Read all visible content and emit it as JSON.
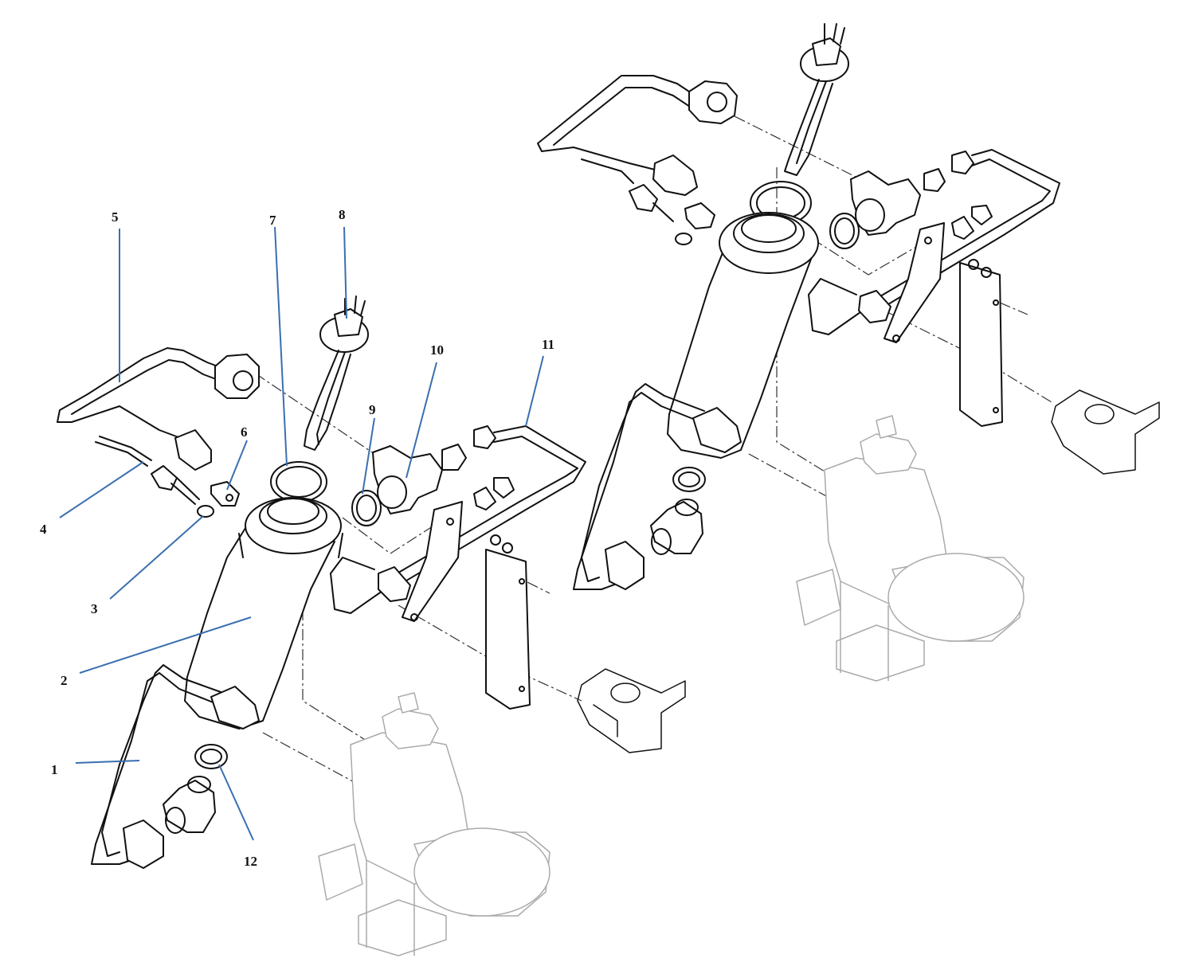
{
  "colors": {
    "leader": "#3a6fb0",
    "line": "#111111",
    "ghost": "#aaaaaa"
  },
  "callouts": [
    {
      "id": "1",
      "label": "1"
    },
    {
      "id": "2",
      "label": "2"
    },
    {
      "id": "3",
      "label": "3"
    },
    {
      "id": "4",
      "label": "4"
    },
    {
      "id": "5",
      "label": "5"
    },
    {
      "id": "6",
      "label": "6"
    },
    {
      "id": "7",
      "label": "7"
    },
    {
      "id": "8",
      "label": "8"
    },
    {
      "id": "9",
      "label": "9"
    },
    {
      "id": "10",
      "label": "10"
    },
    {
      "id": "11",
      "label": "11"
    },
    {
      "id": "12",
      "label": "12"
    }
  ]
}
